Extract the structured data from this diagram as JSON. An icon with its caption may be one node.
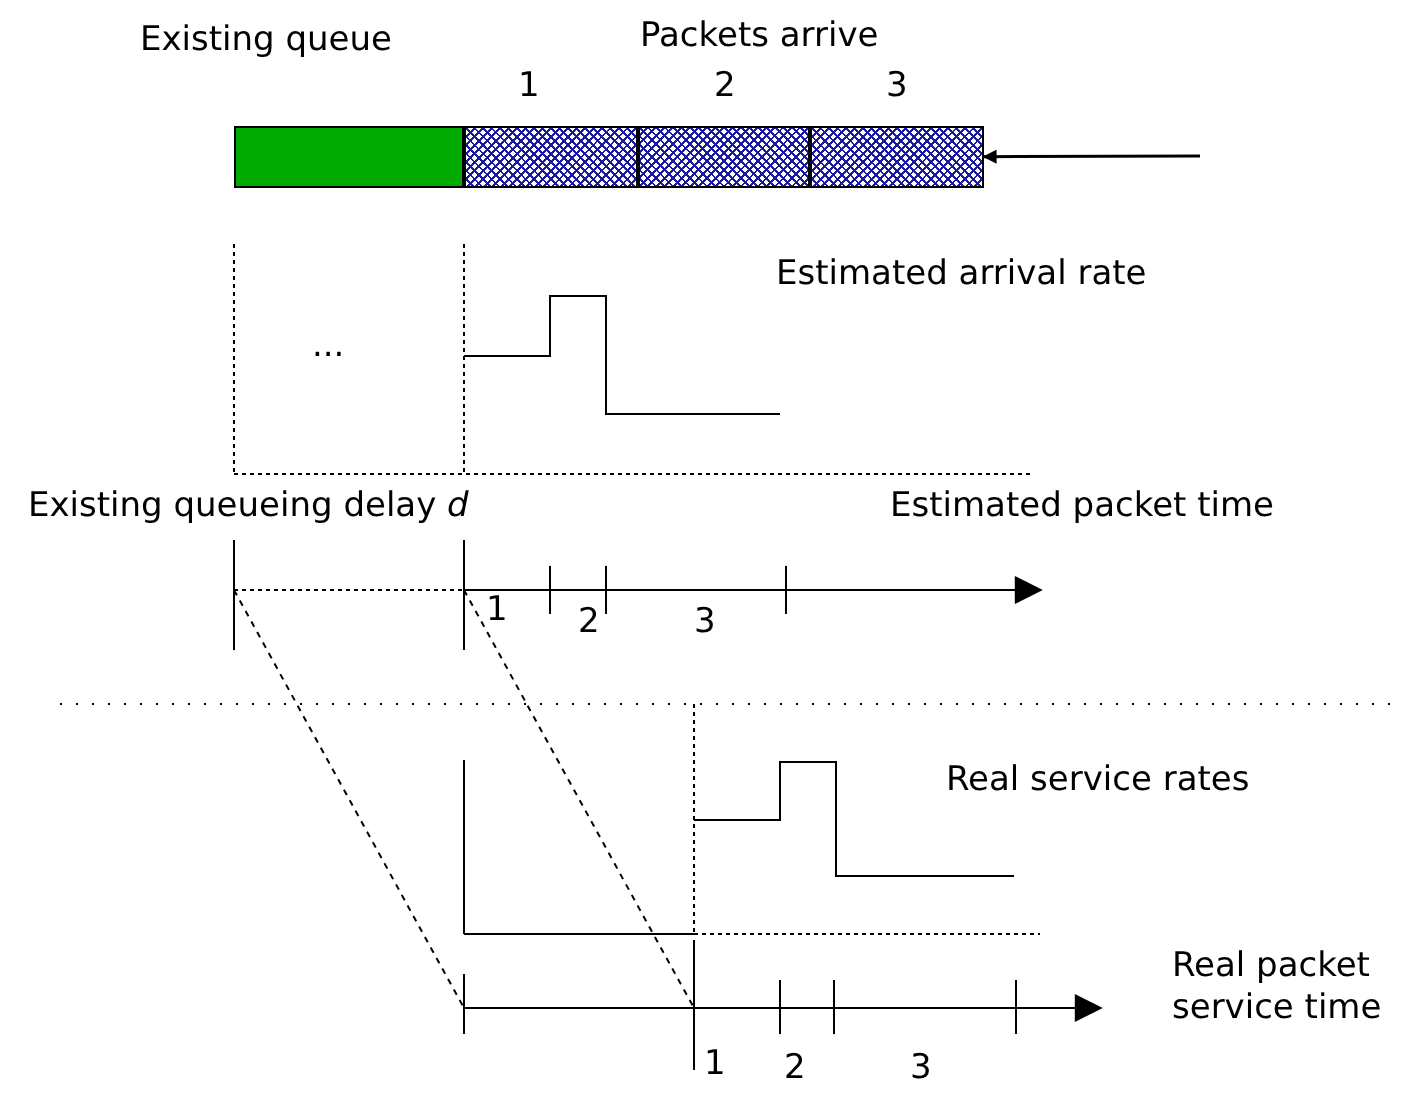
{
  "diagram": {
    "nodes": [
      {
        "text": [],
        "shape": "box"
      },
      {
        "text": [],
        "shape": "box"
      },
      {
        "text": [],
        "shape": "box"
      },
      {
        "text": [],
        "shape": "box"
      }
    ],
    "edges": [
      {
        "from": null,
        "to": 3,
        "arrow": "to"
      }
    ],
    "labels": [
      "Existing queue",
      "Packets arrive",
      "1",
      "2",
      "3",
      "...",
      "Estimated arrival rate",
      "Existing queueing delay *d*",
      "Estimated packet time",
      "1",
      "2",
      "3",
      "Real service rates",
      "Real packet service time",
      "1",
      "2",
      "3"
    ]
  }
}
